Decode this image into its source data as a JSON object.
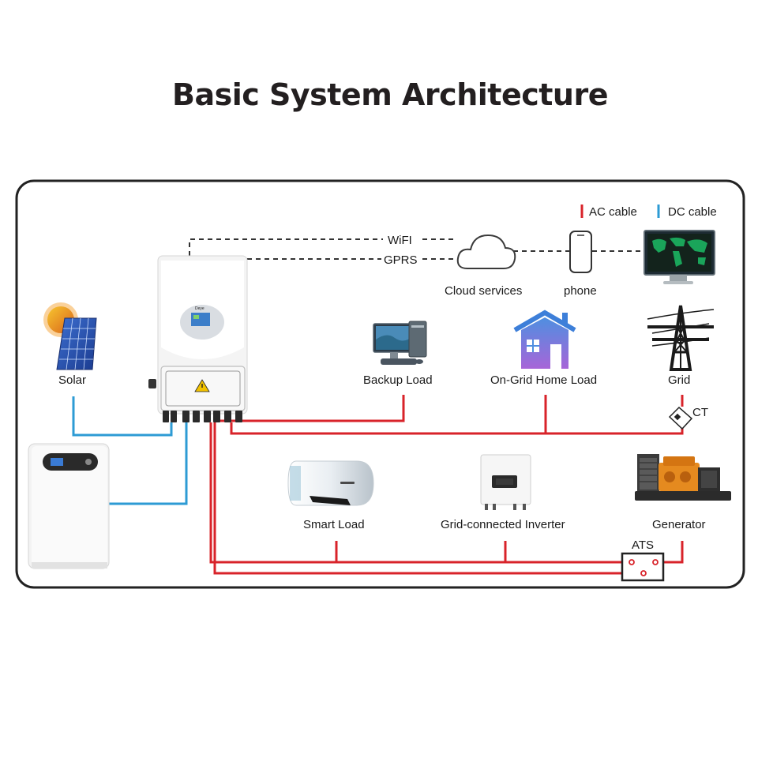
{
  "title": "Basic System Architecture",
  "legend": {
    "ac": {
      "label": "AC cable",
      "color": "#d8232a"
    },
    "dc": {
      "label": "DC cable",
      "color": "#2d9bd4"
    }
  },
  "links": {
    "wifi": "WiFI",
    "gprs": "GPRS"
  },
  "nodes": {
    "solar": "Solar",
    "cloud": "Cloud services",
    "phone": "phone",
    "backup_load": "Backup Load",
    "ongrid_home_load": "On-Grid Home Load",
    "grid": "Grid",
    "ct": "CT",
    "smart_load": "Smart Load",
    "grid_inverter": "Grid-connected Inverter",
    "generator": "Generator",
    "ats": "ATS"
  },
  "colors": {
    "frame": "#222222",
    "dashed": "#333333"
  },
  "icons": [
    "sun-icon",
    "solar-panel-icon",
    "battery-icon",
    "inverter-icon",
    "cloud-icon",
    "phone-icon",
    "monitor-icon",
    "computer-icon",
    "house-icon",
    "power-tower-icon",
    "ct-clamp-icon",
    "water-heater-icon",
    "grid-inverter-icon",
    "generator-icon",
    "ats-icon",
    "warning-icon"
  ]
}
